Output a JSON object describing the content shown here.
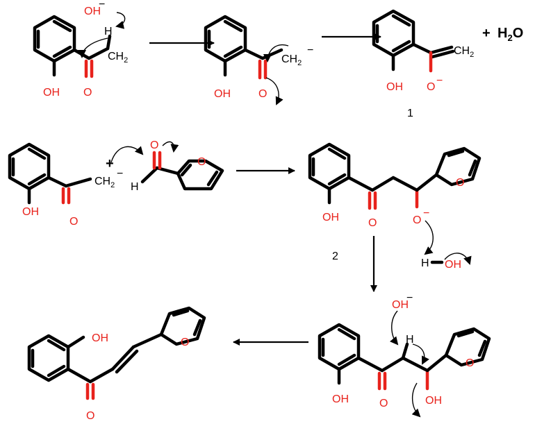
{
  "labels": {
    "oh": "OH",
    "o": "O",
    "h": "H",
    "ch2": "CH",
    "sub2": "2",
    "minus": "−",
    "hydroxide": "OH",
    "plus": "+",
    "water_h": "H",
    "water_o": "O",
    "compound_1": "1",
    "compound_2": "2"
  }
}
